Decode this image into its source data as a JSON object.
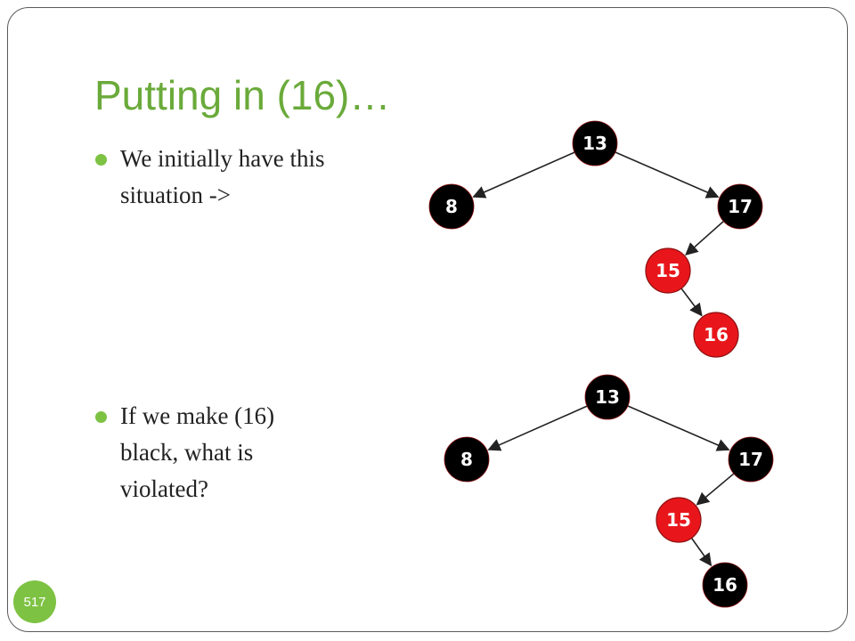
{
  "slide": {
    "title": "Putting in (16)…",
    "bullets": [
      {
        "lines": [
          "We initially have this",
          "situation  ->"
        ]
      },
      {
        "lines": [
          "If we make (16)",
          "black, what is",
          "violated?"
        ]
      }
    ],
    "slide_number": "517"
  },
  "colors": {
    "title": "#6aaa3a",
    "bullet": "#7dc242",
    "node_red": "#e8161b",
    "node_black": "#000000",
    "node_outline_red": "#8b1010"
  },
  "trees": [
    {
      "nodes": [
        {
          "id": "n13",
          "label": "13",
          "color": "black"
        },
        {
          "id": "n8",
          "label": "8",
          "color": "black"
        },
        {
          "id": "n17",
          "label": "17",
          "color": "black"
        },
        {
          "id": "n15",
          "label": "15",
          "color": "red"
        },
        {
          "id": "n16",
          "label": "16",
          "color": "red"
        }
      ],
      "edges": [
        {
          "from": "n13",
          "to": "n8"
        },
        {
          "from": "n13",
          "to": "n17"
        },
        {
          "from": "n17",
          "to": "n15"
        },
        {
          "from": "n15",
          "to": "n16"
        }
      ]
    },
    {
      "nodes": [
        {
          "id": "n13",
          "label": "13",
          "color": "black"
        },
        {
          "id": "n8",
          "label": "8",
          "color": "black"
        },
        {
          "id": "n17",
          "label": "17",
          "color": "black"
        },
        {
          "id": "n15",
          "label": "15",
          "color": "red"
        },
        {
          "id": "n16",
          "label": "16",
          "color": "black"
        }
      ],
      "edges": [
        {
          "from": "n13",
          "to": "n8"
        },
        {
          "from": "n13",
          "to": "n17"
        },
        {
          "from": "n17",
          "to": "n15"
        },
        {
          "from": "n15",
          "to": "n16"
        }
      ]
    }
  ]
}
